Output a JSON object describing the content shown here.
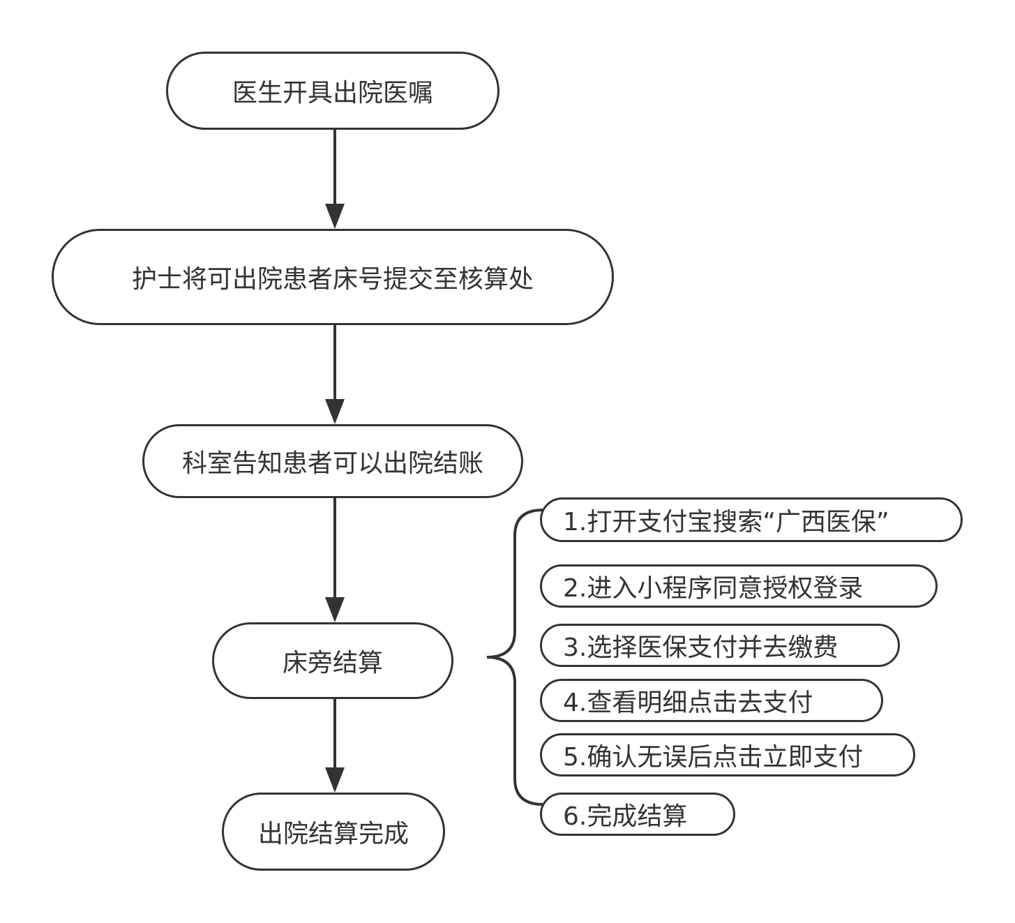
{
  "flow": {
    "nodes": [
      {
        "id": "n1",
        "label": "医生开具出院医嘱"
      },
      {
        "id": "n2",
        "label": "护士将可出院患者床号提交至核算处"
      },
      {
        "id": "n3",
        "label": "科室告知患者可以出院结账"
      },
      {
        "id": "n4",
        "label": "床旁结算"
      },
      {
        "id": "n5",
        "label": "出院结算完成"
      }
    ],
    "steps": [
      {
        "label": "1.打开支付宝搜索“广西医保”"
      },
      {
        "label": "2.进入小程序同意授权登录"
      },
      {
        "label": "3.选择医保支付并去缴费"
      },
      {
        "label": "4.查看明细点击去支付"
      },
      {
        "label": "5.确认无误后点击立即支付"
      },
      {
        "label": "6.完成结算"
      }
    ]
  }
}
